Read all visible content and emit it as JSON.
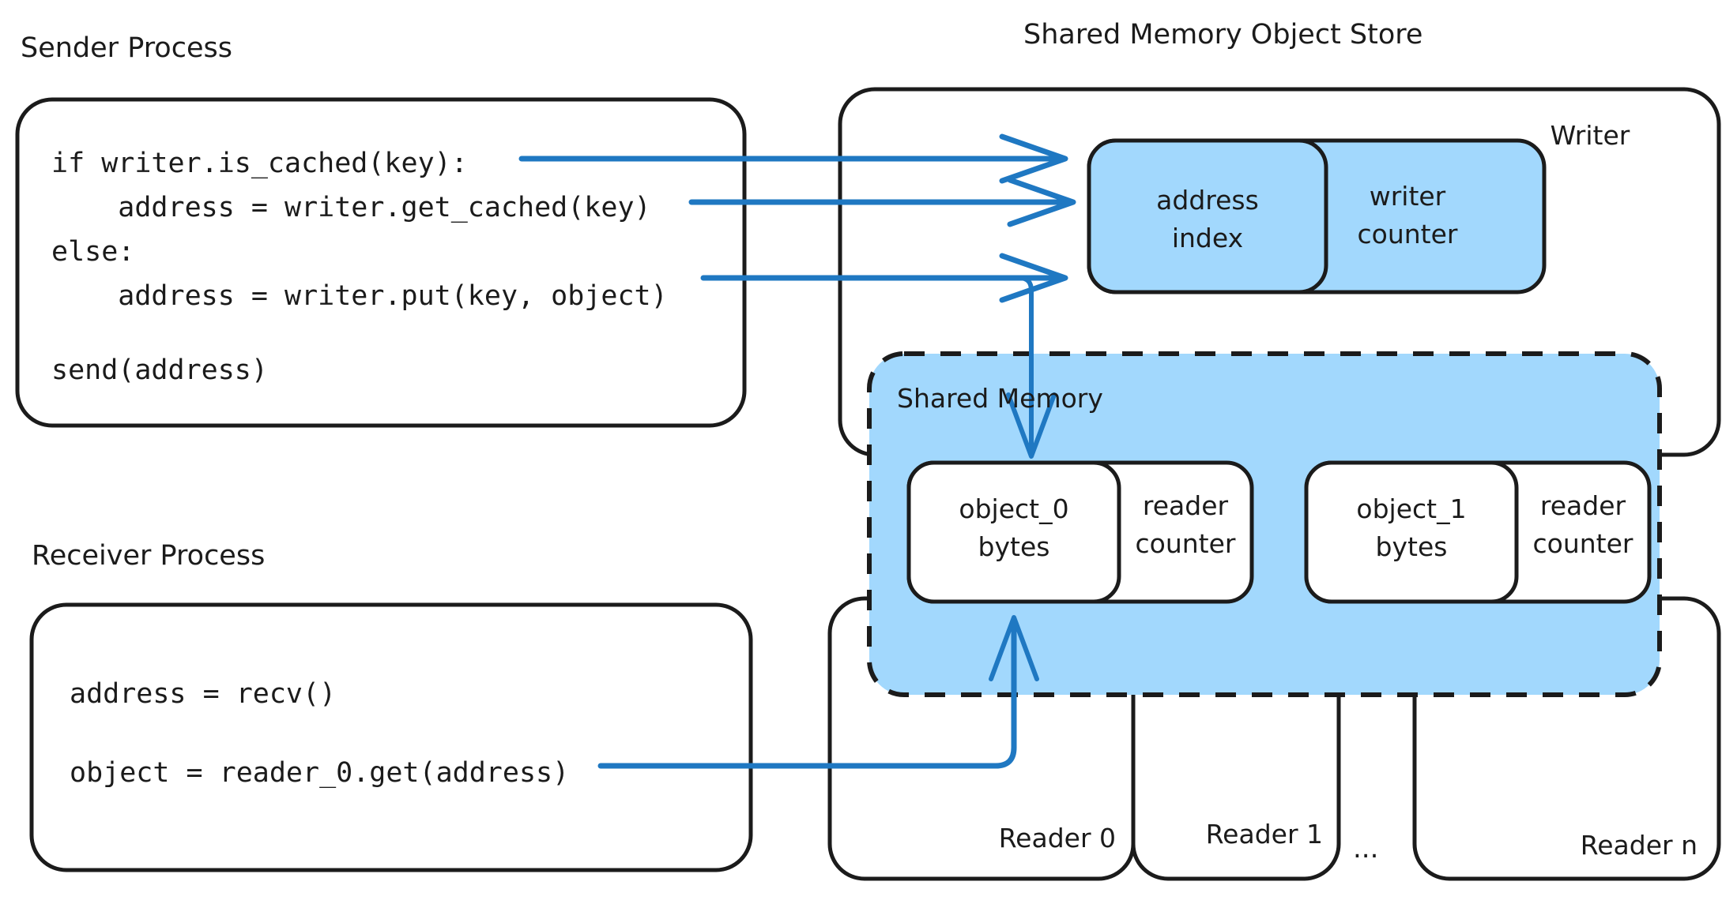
{
  "diagram": {
    "title_sender": "Sender Process",
    "title_receiver": "Receiver Process",
    "title_store": "Shared Memory Object Store"
  },
  "sender_code": {
    "lines": [
      "if writer.is_cached(key):",
      "    address = writer.get_cached(key)",
      "else:",
      "    address = writer.put(key, object)",
      "",
      "send(address)"
    ]
  },
  "receiver_code": {
    "lines": [
      "address = recv()",
      "",
      "object = reader_0.get(address)"
    ]
  },
  "writer": {
    "label": "Writer",
    "address_index": {
      "line1": "address",
      "line2": "index"
    },
    "writer_counter": {
      "line1": "writer",
      "line2": "counter"
    }
  },
  "shared_memory": {
    "label": "Shared Memory",
    "slots": [
      {
        "object": {
          "line1": "object_0",
          "line2": "bytes"
        },
        "counter": {
          "line1": "reader",
          "line2": "counter"
        }
      },
      {
        "object": {
          "line1": "object_1",
          "line2": "bytes"
        },
        "counter": {
          "line1": "reader",
          "line2": "counter"
        }
      }
    ]
  },
  "readers": {
    "items": [
      {
        "label": "Reader 0"
      },
      {
        "label": "Reader 1"
      },
      {
        "label": "Reader n"
      }
    ],
    "ellipsis": "..."
  },
  "colors": {
    "blue_fill": "#a2d8fd",
    "arrow_blue": "#1f78c2",
    "ink": "#1b1b1b",
    "background": "#ffffff"
  }
}
